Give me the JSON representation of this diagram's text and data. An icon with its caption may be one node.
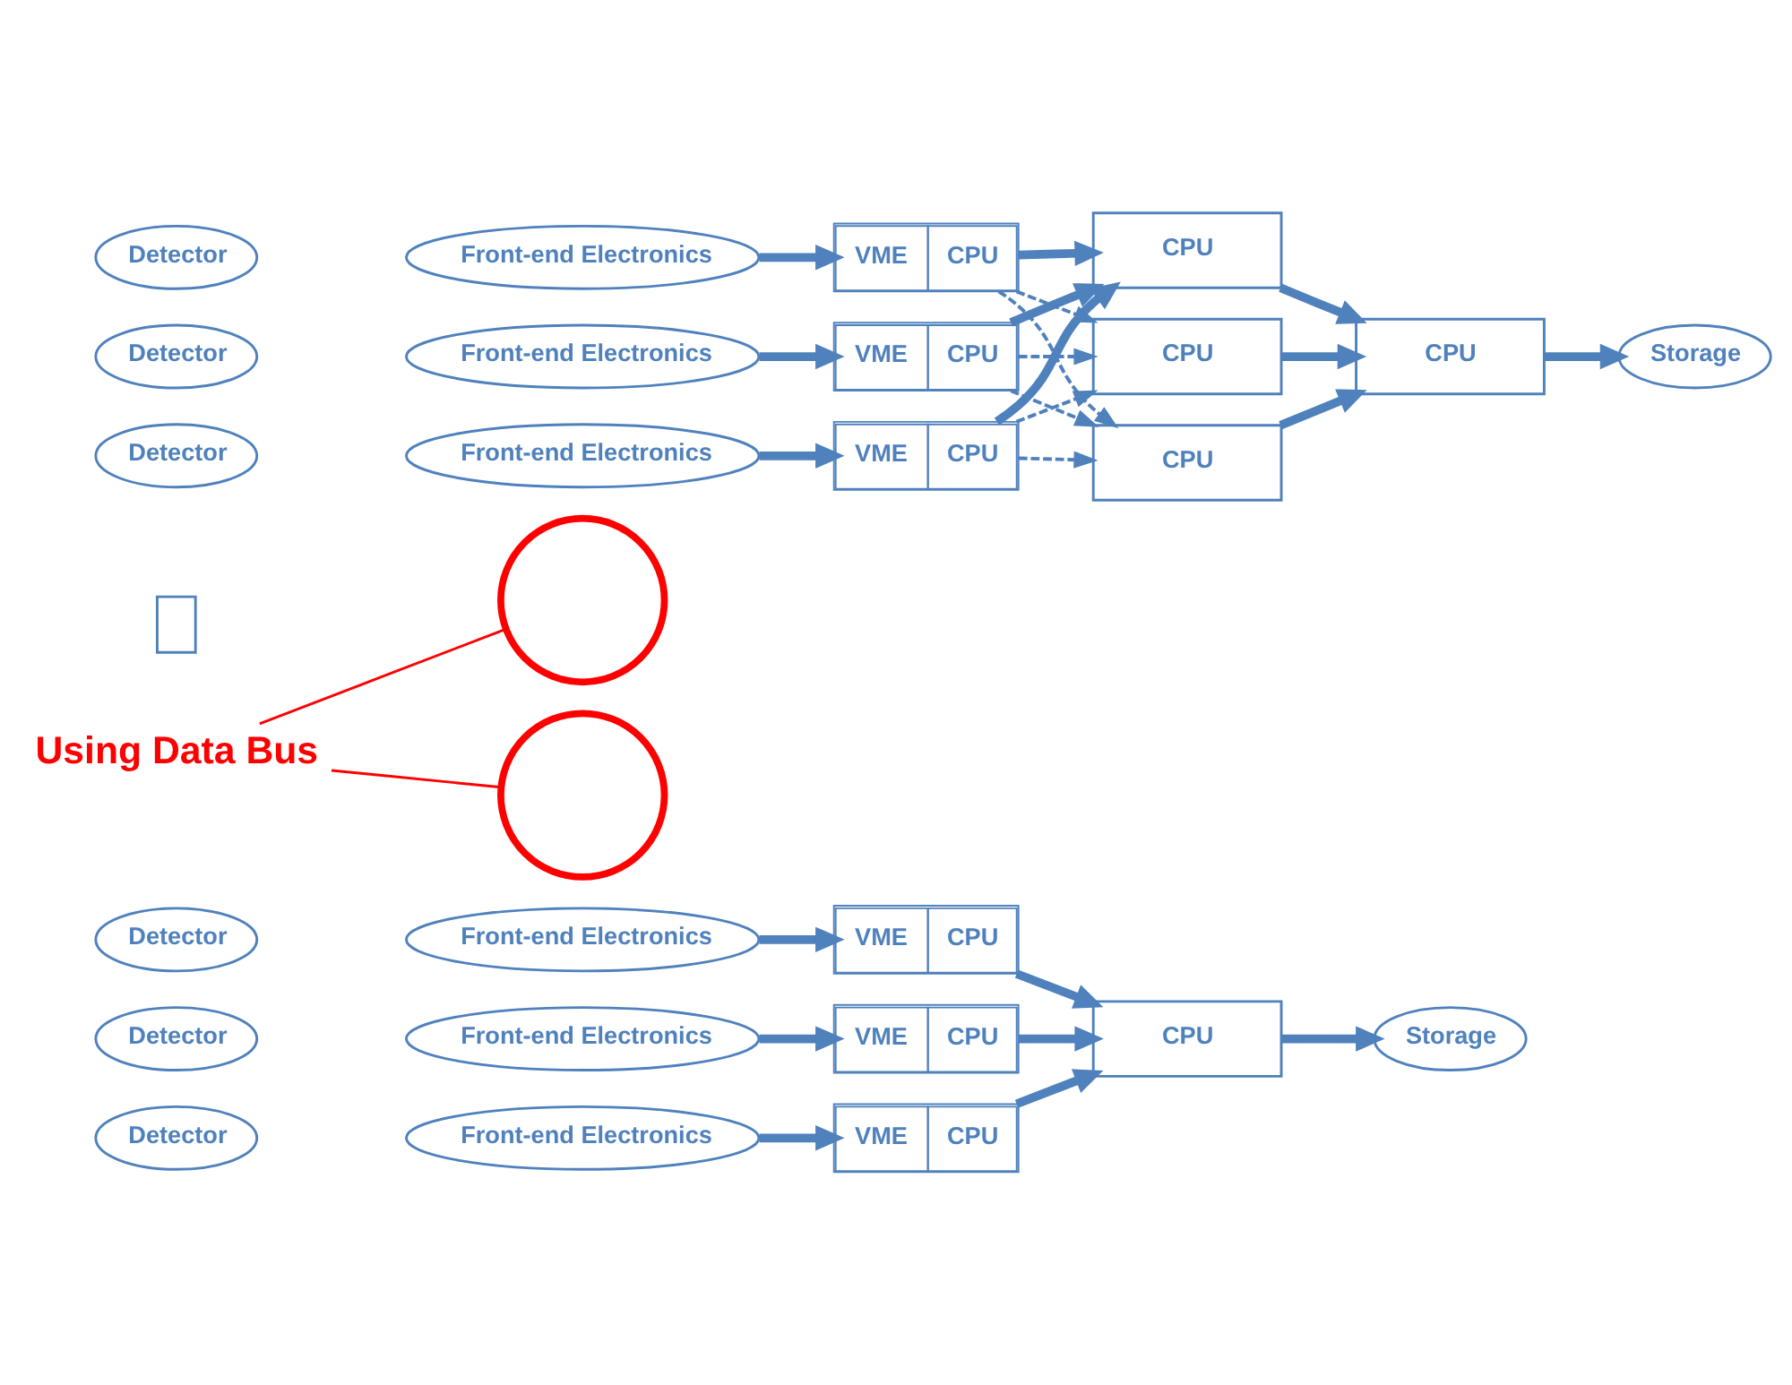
{
  "diagram": {
    "nodes": [
      {
        "text": [
          "Detector"
        ]
      },
      {
        "text": [
          "Front-end Electronics"
        ]
      },
      {
        "text": [
          "VME",
          "CPU"
        ]
      },
      {
        "text": [
          "Detector"
        ]
      },
      {
        "text": [
          "Front-end Electronics"
        ]
      },
      {
        "text": [
          "VME",
          "CPU"
        ]
      },
      {
        "text": [
          "Detector"
        ]
      },
      {
        "text": [
          "Front-end Electronics"
        ]
      },
      {
        "text": [
          "VME",
          "CPU"
        ]
      },
      {
        "text": [
          "CPU"
        ]
      },
      {
        "text": [
          "Storage"
        ]
      },
      {
        "text": [],
        "shape": "circle"
      },
      {
        "text": [
          "Using Data Bus"
        ]
      },
      {
        "text": [],
        "shape": "box"
      },
      {
        "text": [
          "Detector"
        ]
      },
      {
        "text": [
          "Front-end Electronics"
        ]
      },
      {
        "text": [
          "VME",
          "CPU"
        ]
      },
      {
        "text": [
          "Detector"
        ]
      },
      {
        "text": [
          "Front-end Electronics"
        ]
      },
      {
        "text": [
          "VME",
          "CPU"
        ]
      },
      {
        "text": [
          "Detector"
        ]
      },
      {
        "text": [
          "Front-end Electronics"
        ]
      },
      {
        "text": [
          "VME",
          "CPU"
        ]
      },
      {
        "text": [
          "CPU"
        ]
      },
      {
        "text": [],
        "shape": "circle"
      },
      {
        "text": [
          "CPU"
        ]
      },
      {
        "text": [
          "CPU"
        ]
      },
      {
        "text": [
          "CPU"
        ]
      },
      {
        "text": [
          "Storage"
        ]
      }
    ],
    "edges": [
      {
        "from": 1,
        "to": 2,
        "arrow": "to"
      },
      {
        "from": 4,
        "to": 5,
        "arrow": "to"
      },
      {
        "from": 7,
        "to": 8,
        "arrow": "to"
      },
      {
        "from": 2,
        "to": 9,
        "arrow": "to"
      },
      {
        "from": 5,
        "to": 9,
        "arrow": "to"
      },
      {
        "from": 8,
        "to": 9,
        "arrow": "to"
      },
      {
        "from": 9,
        "to": 10,
        "arrow": "to"
      },
      {
        "from": 12,
        "to": 11,
        "arrow": "none",
        "color": "#ff0000"
      },
      {
        "from": 12,
        "to": 24,
        "arrow": "none",
        "color": "#ff0000"
      },
      {
        "from": 15,
        "to": 16,
        "arrow": "to"
      },
      {
        "from": 18,
        "to": 19,
        "arrow": "to"
      },
      {
        "from": 21,
        "to": 22,
        "arrow": "to"
      },
      {
        "from": 16,
        "to": 23,
        "arrow": "to"
      },
      {
        "from": 16,
        "to": 25,
        "arrow": "to",
        "style": "dashed"
      },
      {
        "from": 16,
        "to": 26,
        "arrow": "to",
        "style": "dashed"
      },
      {
        "from": 19,
        "to": 23,
        "arrow": "to"
      },
      {
        "from": 19,
        "to": 25,
        "arrow": "to",
        "style": "dashed"
      },
      {
        "from": 19,
        "to": 26,
        "arrow": "to",
        "style": "dashed"
      },
      {
        "from": 22,
        "to": 23,
        "arrow": "to"
      },
      {
        "from": 22,
        "to": 25,
        "arrow": "to",
        "style": "dashed"
      },
      {
        "from": 22,
        "to": 26,
        "arrow": "to",
        "style": "dashed"
      },
      {
        "from": 23,
        "to": 27,
        "arrow": "to"
      },
      {
        "from": 25,
        "to": 27,
        "arrow": "to"
      },
      {
        "from": 26,
        "to": 27,
        "arrow": "to"
      },
      {
        "from": 27,
        "to": 28,
        "arrow": "to"
      }
    ]
  }
}
